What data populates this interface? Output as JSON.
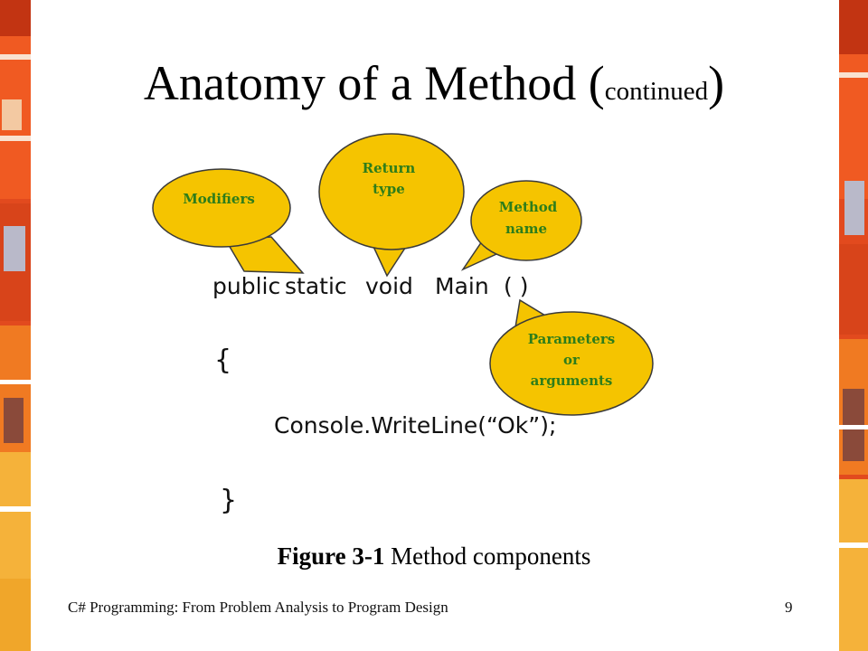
{
  "slide": {
    "title_main": "Anatomy of a Method (",
    "title_small": "continued",
    "title_close": ")",
    "figure": {
      "callouts": {
        "modifiers": "Modifiers",
        "return_type_line1": "Return",
        "return_type_line2": "type",
        "method_name_line1": "Method",
        "method_name_line2": "name",
        "parameters_line1": "Parameters",
        "parameters_line2": "or",
        "parameters_line3": "arguments"
      },
      "code": {
        "public": "public",
        "static": "static",
        "void": "void",
        "main": "Main",
        "parens": "(  )",
        "open_brace": "{",
        "statement": "Console.WriteLine(“Ok”);",
        "close_brace": "}"
      },
      "colors": {
        "callout_fill": "#f5c400",
        "callout_text": "#2e7d1a",
        "callout_stroke": "#3a3a3a"
      }
    },
    "caption_bold": "Figure 3-1",
    "caption_rest": " Method components",
    "footer_left": "C# Programming: From Problem Analysis to Program Design",
    "footer_right": "9"
  }
}
